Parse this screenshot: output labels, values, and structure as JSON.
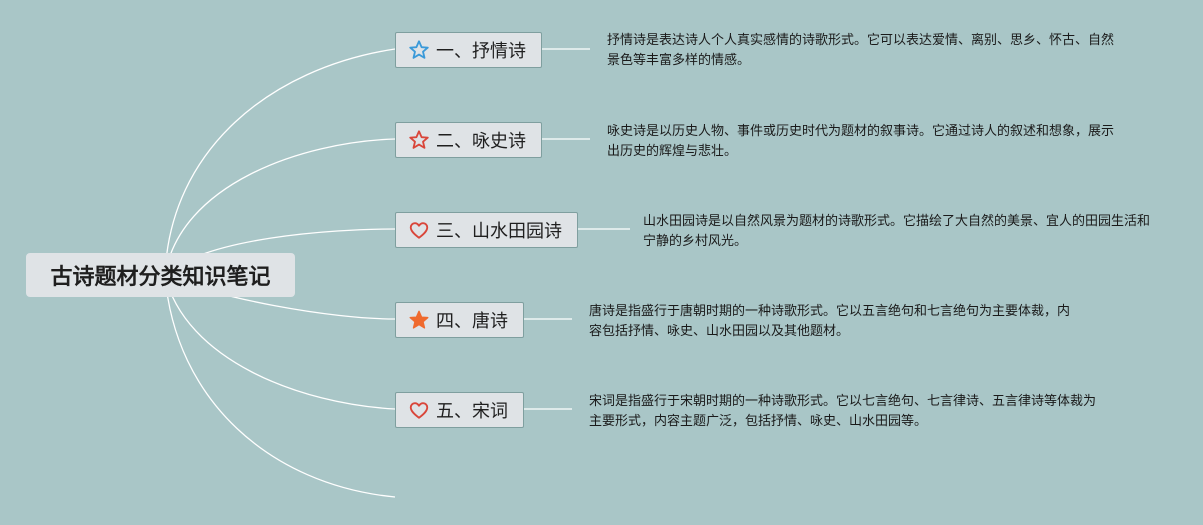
{
  "root": {
    "title": "古诗题材分类知识笔记"
  },
  "branches": [
    {
      "label": "一、抒情诗",
      "icon": "star-outline-icon",
      "icon_color": "#3a9ad9",
      "description": "抒情诗是表达诗人个人真实感情的诗歌形式。它可以表达爱情、离别、思乡、怀古、自然景色等丰富多样的情感。"
    },
    {
      "label": "二、咏史诗",
      "icon": "star-outline-icon",
      "icon_color": "#d9463a",
      "description": "咏史诗是以历史人物、事件或历史时代为题材的叙事诗。它通过诗人的叙述和想象，展示出历史的辉煌与悲壮。"
    },
    {
      "label": "三、山水田园诗",
      "icon": "heart-outline-icon",
      "icon_color": "#d9463a",
      "description": "山水田园诗是以自然风景为题材的诗歌形式。它描绘了大自然的美景、宜人的田园生活和宁静的乡村风光。"
    },
    {
      "label": "四、唐诗",
      "icon": "star-filled-icon",
      "icon_color": "#ef6a2e",
      "description": "唐诗是指盛行于唐朝时期的一种诗歌形式。它以五言绝句和七言绝句为主要体裁，内容包括抒情、咏史、山水田园以及其他题材。"
    },
    {
      "label": "五、宋词",
      "icon": "heart-outline-icon",
      "icon_color": "#d9463a",
      "description": "宋词是指盛行于宋朝时期的一种诗歌形式。它以七言绝句、七言律诗、五言律诗等体裁为主要形式，内容主题广泛，包括抒情、咏史、山水田园等。"
    }
  ],
  "colors": {
    "background": "#a9c6c7",
    "connector": "#ffffff",
    "node_fill": "#dfe3e6",
    "node_border": "#7f9f9f"
  }
}
